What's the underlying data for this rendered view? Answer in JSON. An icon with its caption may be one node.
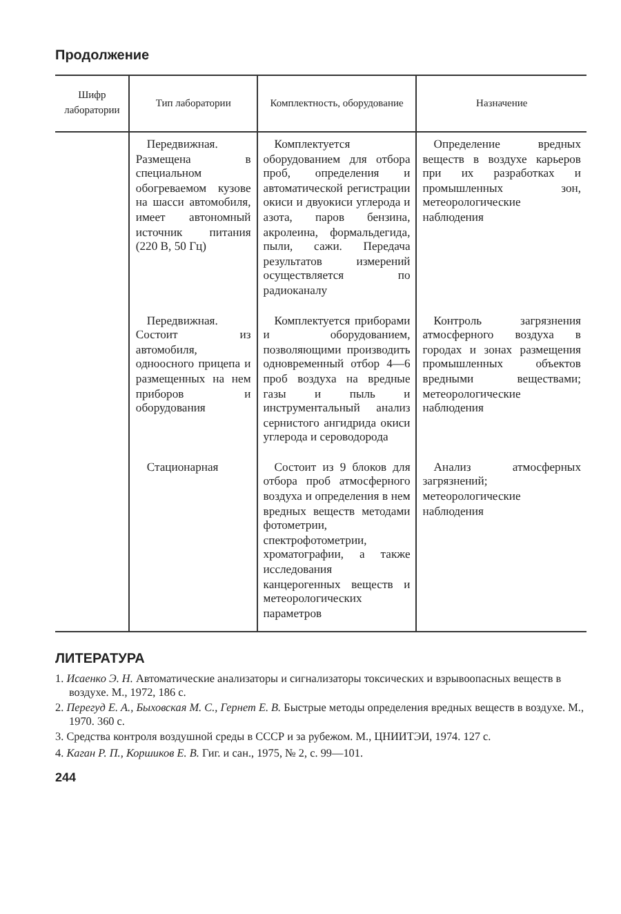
{
  "diagram": {
    "labels": [
      "Продолжение",
      "Шифр лаборатории",
      "Тип лаборатории",
      "Комплектность, оборудование",
      "Назначение",
      "Передвижная. Размещена в специальном обогреваемом кузове на шасси автомобиля, имеет автономный источник питания (220 В, 50 Гц)",
      "Комплектуется оборудованием для отбора проб, определения и автоматической регистрации окиси и двуокиси углерода и азота, паров бензина, акролеина, формальдегида, пыли, сажи. Передача результатов измерений осуществляется по радиоканалу",
      "Определение вредных веществ в воздухе карьеров при их разработках и промышленных зон, метеорологические наблюдения",
      "Передвижная. Состоит из автомобиля, одноосного прицепа и размещенных на нем приборов и оборудования",
      "Комплектуется приборами и оборудованием, позволяющими производить одновременный отбор 4—6 проб воздуха на вредные газы и пыль и инструментальный анализ сернистого ангидрида окиси углерода и сероводорода",
      "Контроль загрязнения атмосферного воздуха в городах и зонах размещения промышленных объектов вредными веществами; метеорологические наблюдения",
      "Стационарная",
      "Состоит из 9 блоков для отбора проб атмосферного воздуха и определения в нем вредных веществ методами фотометрии, спектрофотометрии, хроматографии, а также исследования канцерогенных веществ и метеорологических параметров",
      "Анализ атмосферных загрязнений; метеорологические наблюдения",
      "ЛИТЕРАТУРА",
      "1. *Исаенко Э. Н.* Автоматические анализаторы и сигнализаторы токсических и взрывоопасных веществ в воздухе. М., 1972, 186 с.",
      "2. *Перегуд Е. А., Быховская М. С., Гернет Е. В.* Быстрые методы определения вредных веществ в воздухе. М., 1970. 360 с.",
      "3. Средства контроля воздушной среды в СССР и за рубежом. М., ЦНИИТЭИ, 1974. 127 с.",
      "4. *Каган Р. П., Коршиков Е. В.* Гиг. и сан., 1975, № 2, с. 99—101.",
      "244"
    ]
  }
}
